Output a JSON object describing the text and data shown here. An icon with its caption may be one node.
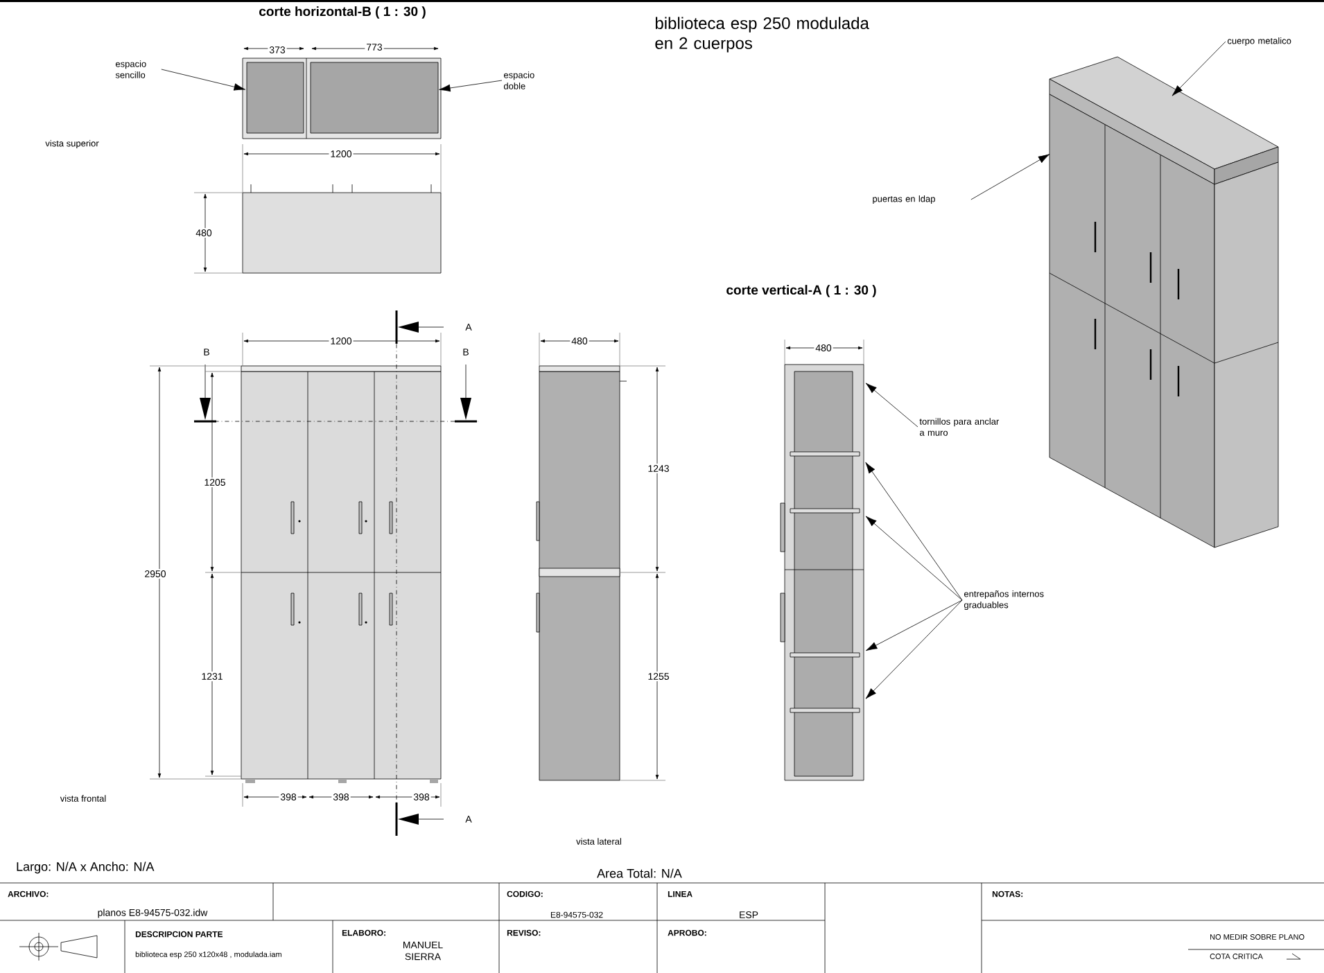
{
  "diagram": {
    "title": "biblioteca esp 250 modulada en 2 cuerpos",
    "nodes": [
      {
        "text": [
          "espacio sencillo"
        ]
      },
      {
        "text": [
          "espacio doble"
        ]
      },
      {
        "text": [
          "cuerpo metalico"
        ]
      },
      {
        "text": [
          "puertas en ldap"
        ]
      },
      {
        "text": [
          "tornillos para anclar a muro"
        ]
      },
      {
        "text": [
          "entrepaños internos graduables"
        ]
      },
      {
        "text": [],
        "shape": "box"
      },
      {
        "text": [],
        "shape": "box"
      },
      {
        "text": [],
        "shape": "picture"
      },
      {
        "text": [],
        "shape": "picture"
      }
    ],
    "edges": [
      {
        "from": 0,
        "to": 6,
        "arrow": "to"
      },
      {
        "from": 1,
        "to": 7,
        "arrow": "to"
      },
      {
        "from": 2,
        "to": 8,
        "arrow": "to"
      },
      {
        "from": 3,
        "to": 8,
        "arrow": "to"
      },
      {
        "from": 4,
        "to": 9,
        "arrow": "to"
      },
      {
        "from": 5,
        "to": 9,
        "arrow": "to"
      },
      {
        "from": 5,
        "to": 9,
        "arrow": "to"
      },
      {
        "from": 5,
        "to": 9,
        "arrow": "to"
      },
      {
        "from": 5,
        "to": 9,
        "arrow": "to"
      }
    ],
    "labels": [
      "corte horizontal-B ( 1 : 30 )",
      "373",
      "773",
      "vista superior",
      "1200",
      "480",
      "A",
      "1200",
      "B",
      "B",
      "480",
      "1205",
      "1243",
      "2950",
      "1231",
      "1255",
      "vista frontal",
      "398",
      "398",
      "398",
      "A",
      "vista lateral",
      "corte vertical-A ( 1 : 30 )",
      "480",
      "Largo: N/A x Ancho: N/A",
      "Area Total: N/A",
      "ARCHIVO:",
      "planos E8-94575-032.idw",
      "CODIGO:",
      "E8-94575-032",
      "LINEA",
      "ESP",
      "NOTAS:",
      "DESCRIPCION PARTE",
      "biblioteca esp 250 x120x48 , modulada.iam",
      "ELABORO:",
      "MANUEL SIERRA",
      "REVISO:",
      "APROBO:",
      "NO MEDIR SOBRE PLANO",
      "COTA CRITICA"
    ]
  }
}
